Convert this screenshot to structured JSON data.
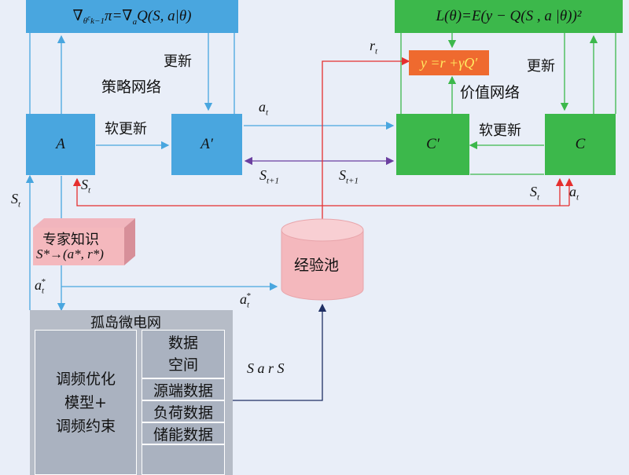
{
  "policy_formula": {
    "nabla": "∇",
    "sub": "θ",
    "sup": "c",
    "sub2": "k−1",
    "rest": "π=∇",
    "sub3": "a",
    "rest2": "Q(S, a|θ)"
  },
  "value_formula": "L(θ)=E(y − Q(S , a |θ))²",
  "target_formula": "y =r +γQ′",
  "labels": {
    "update_left": "更新",
    "policy_net": "策略网络",
    "soft_update_left": "软更新",
    "update_right": "更新",
    "value_net": "价值网络",
    "soft_update_right": "软更新",
    "expert_title": "专家知识",
    "expert_map": "S*→(a*, r*)",
    "replay_pool": "经验池",
    "island_grid": "孤岛微电网",
    "model_text": "调频优化\n模型+\n调频约束",
    "data_space": "数据\n空间",
    "source_data": "源端数据",
    "load_data": "负荷数据",
    "storage_data": "储能数据",
    "transition": "S a r S"
  },
  "nodes": {
    "A": "A",
    "A_prime": "A′",
    "C_prime": "C′",
    "C": "C"
  },
  "edge_labels": {
    "a_t_top": "a",
    "r_t": "r",
    "S_t1_left": "S",
    "S_t1_right": "S",
    "S_t_under_A": "S",
    "S_t_left": "S",
    "S_t_right": "S",
    "a_t_right": "a",
    "a_star": "a",
    "a_star_right": "a"
  },
  "colors": {
    "blue": "#49a6df",
    "green": "#3cb84b",
    "orange": "#ef6a2f",
    "pink": "#f4b8bd",
    "red": "#e52f2f",
    "purple": "#6b3fa0",
    "navy": "#1f2f63"
  }
}
